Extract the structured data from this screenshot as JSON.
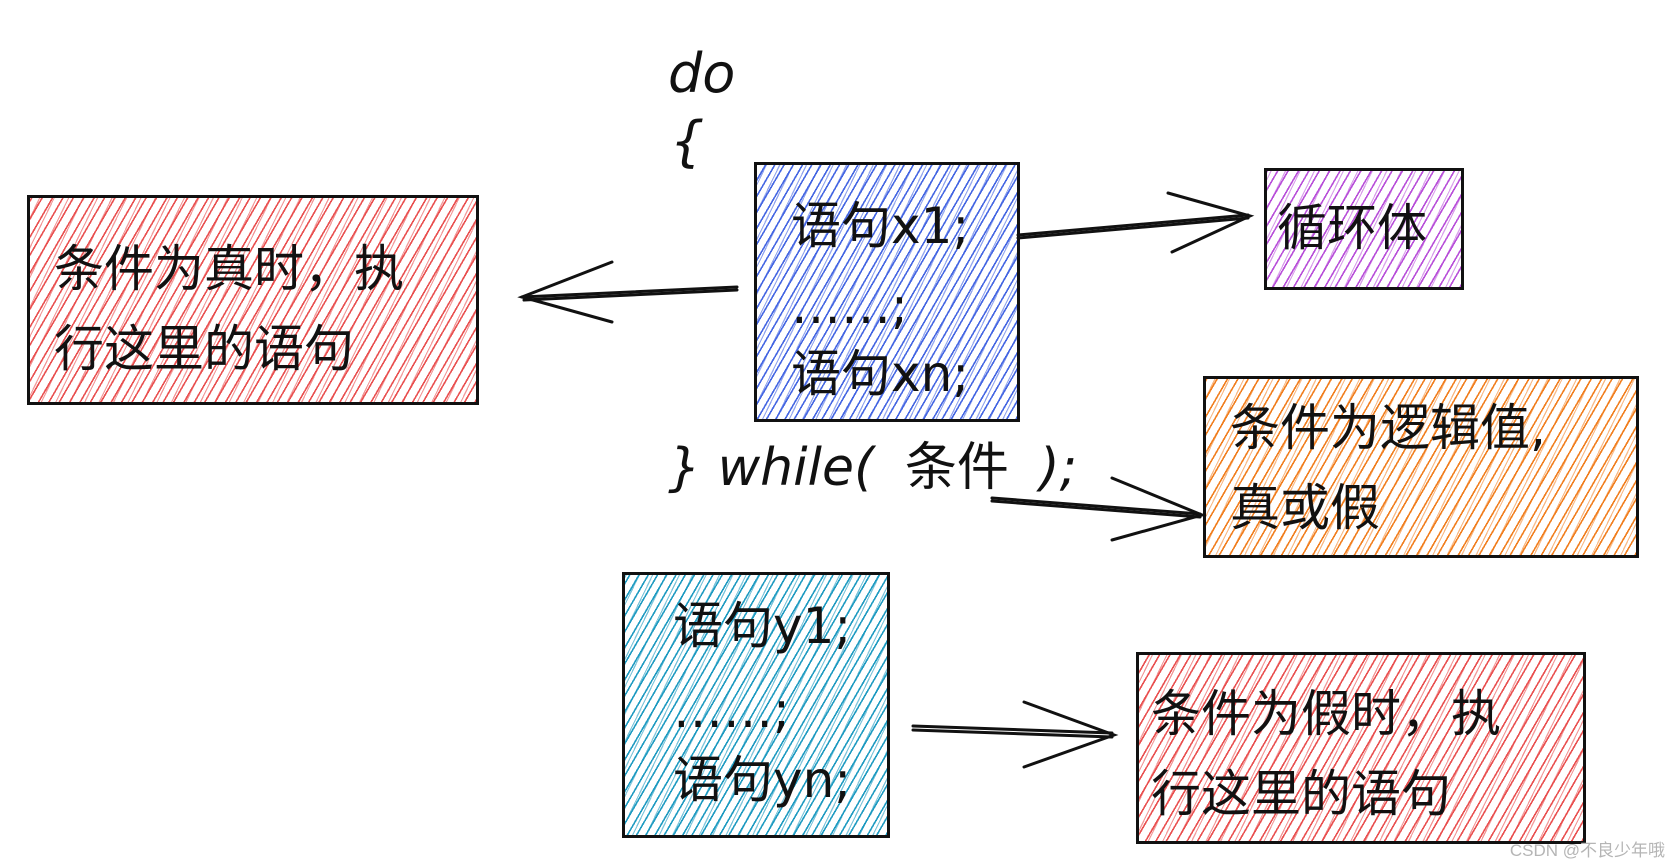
{
  "diagram": {
    "code": {
      "do_keyword": "do",
      "open_brace": "{",
      "close_and_while": "} while(",
      "condition": "条件",
      "close_paren": ");"
    },
    "loop_body_box": {
      "lines": [
        "语句x1;",
        "……;",
        "语句xn;"
      ],
      "color": "#3c5fe1"
    },
    "after_loop_box": {
      "lines": [
        "语句y1;",
        "……;",
        "语句yn;"
      ],
      "color": "#1496be"
    },
    "labels": {
      "true_branch": {
        "lines": [
          "条件为真时，执",
          "行这里的语句"
        ],
        "color": "#e84848"
      },
      "loop_body": {
        "lines": [
          "循环体"
        ],
        "color": "#b446d7"
      },
      "condition_value": {
        "lines": [
          "条件为逻辑值,",
          "真或假"
        ],
        "color": "#f07814"
      },
      "false_branch": {
        "lines": [
          "条件为假时，执",
          "行这里的语句"
        ],
        "color": "#e84848"
      }
    },
    "arrows": [
      {
        "from": "loop_body_box",
        "to": "true_branch"
      },
      {
        "from": "loop_body_box",
        "to": "loop_body"
      },
      {
        "from": "condition",
        "to": "condition_value"
      },
      {
        "from": "after_loop_box",
        "to": "false_branch"
      }
    ]
  },
  "watermark": "CSDN @不良少年哦"
}
